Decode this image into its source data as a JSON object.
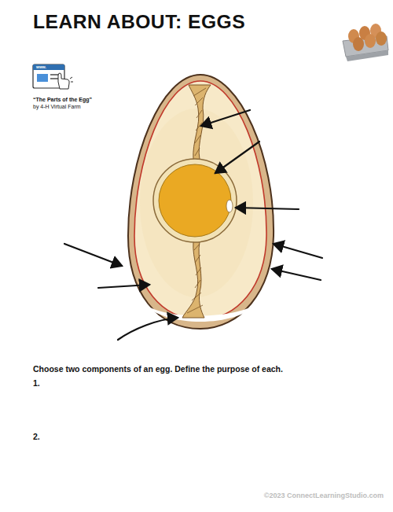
{
  "diagram": {
    "title": "LEARN ABOUT: EGGS",
    "labels": [
      "www.",
      "“The Parts of the Egg”",
      "by 4-H Virtual Farm",
      "Choose two components of an egg. Define the purpose of each.",
      "1.",
      "2.",
      "©2023 ConnectLearningStudio.com"
    ]
  }
}
